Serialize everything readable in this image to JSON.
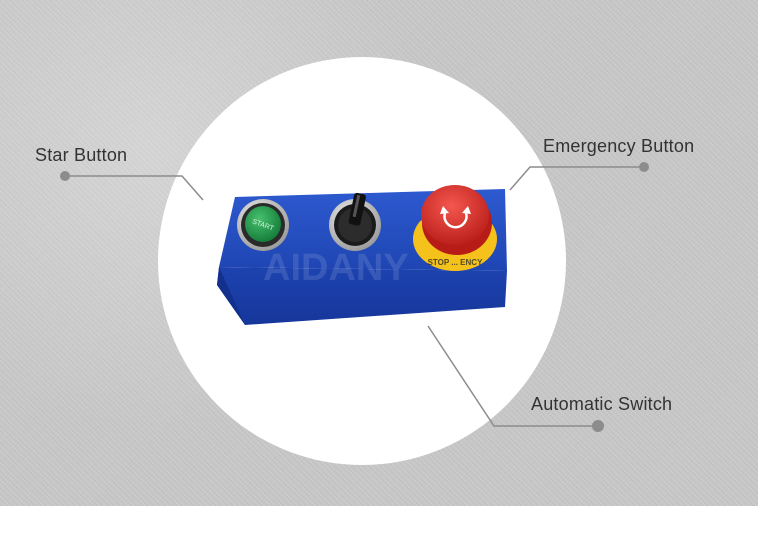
{
  "labels": {
    "star_button": "Star  Button",
    "emergency_button": "Emergency Button",
    "automatic_switch": "Automatic Switch"
  },
  "device": {
    "green_button_text": "START",
    "emergency_ring_text": "STOP ... ENCY",
    "watermark": "AIDANY"
  },
  "colors": {
    "background": "#c9c9c9",
    "box": "#1f47b8",
    "green_button": "#1e9a4a",
    "mushroom": "#e0322b",
    "ring": "#f5c21b"
  }
}
